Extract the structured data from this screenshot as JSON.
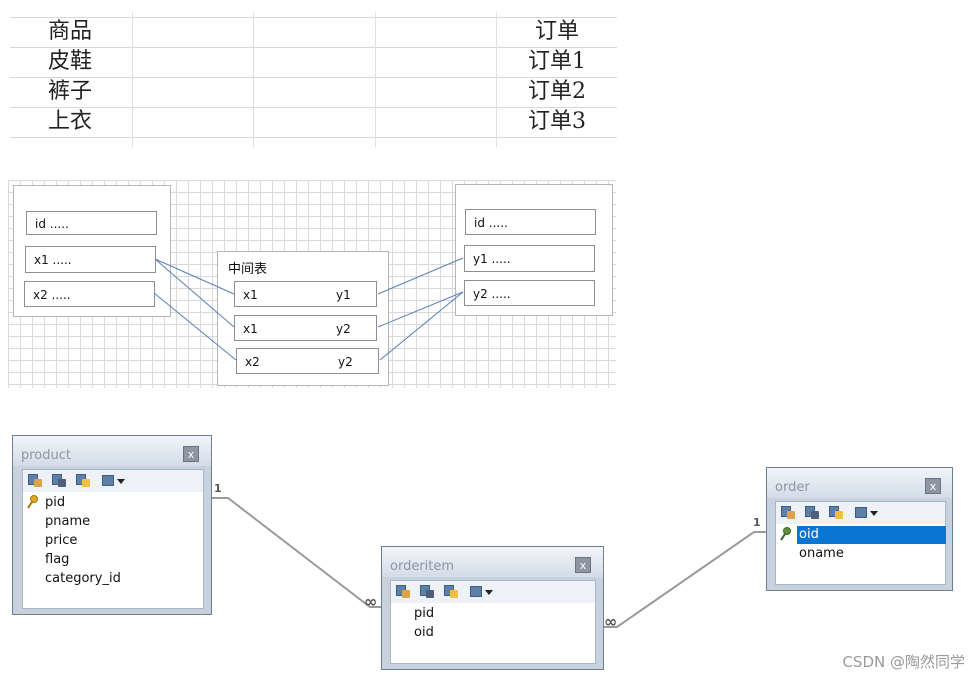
{
  "sheet": {
    "left_col": [
      "商品",
      "皮鞋",
      "裤子",
      "上衣"
    ],
    "right_col": [
      "订单",
      "订单1",
      "订单2",
      "订单3"
    ]
  },
  "grid_diagram": {
    "left_box": {
      "fields": [
        "id .....",
        "x1 .....",
        "x2 ....."
      ]
    },
    "middle_box": {
      "title": "中间表",
      "rows": [
        {
          "left": "x1",
          "right": "y1"
        },
        {
          "left": "x1",
          "right": "y2"
        },
        {
          "left": "x2",
          "right": "y2"
        }
      ]
    },
    "right_box": {
      "fields": [
        "id .....",
        "y1 .....",
        "y2 ....."
      ]
    },
    "link_color": "#5b7fb5"
  },
  "er_diagram": {
    "tables": [
      {
        "name": "product",
        "fields": [
          "pid",
          "pname",
          "price",
          "flag",
          "category_id"
        ],
        "primary_key": "pid"
      },
      {
        "name": "orderitem",
        "fields": [
          "pid",
          "oid"
        ]
      },
      {
        "name": "order",
        "fields": [
          "oid",
          "oname"
        ],
        "primary_key": "oid",
        "selected": "oid"
      }
    ],
    "relations": [
      {
        "from": "product",
        "to": "orderitem",
        "from_label": "1",
        "to_label": "∞"
      },
      {
        "from": "order",
        "to": "orderitem",
        "from_label": "1",
        "to_label": "∞"
      }
    ],
    "close_glyph": "x",
    "colors": {
      "selection": "#0a76d4",
      "header_text": "#8a97a6",
      "line": "#9a9a9a"
    }
  },
  "watermark": "CSDN @陶然同学"
}
